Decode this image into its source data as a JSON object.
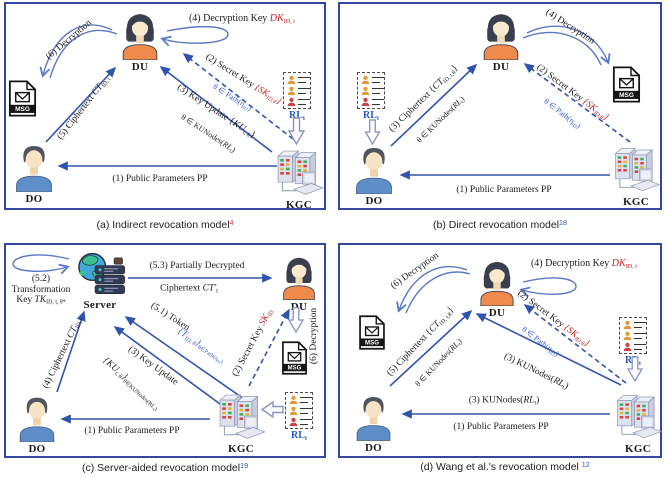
{
  "colors": {
    "panel_border": "#35479e",
    "arrow_blue": "#3053ad",
    "hollow_arrow": "#5b79c8",
    "accent_red": "#c32222",
    "accent_blue": "#3a5fd0",
    "rl_label_blue": "#2b57c9"
  },
  "captions": {
    "a": {
      "text": "(a) Indirect revocation model",
      "ref": "4"
    },
    "b": {
      "text": "(b) Direct revocation model",
      "ref": "18"
    },
    "c": {
      "text": "(c) Server-aided revocation model",
      "ref": "19"
    },
    "d": {
      "text": "(d) Wang et al.'s revocation model ",
      "ref": "12"
    }
  },
  "a": {
    "du": "DU",
    "do": "DO",
    "kgc": "KGC",
    "msg": "MSG",
    "rl": "RL",
    "rl_sub": "t",
    "pp": "(1) Public Parameters PP",
    "sk_pre": "(2) Secret Key ",
    "sk_open": "{SK",
    "sk_sub": "ID,θ",
    "sk_close": "}",
    "sk_cond_pre": "θ ∈ Path(η",
    "sk_cond_sub": "ID",
    "sk_cond_close": ")",
    "ku_pre": "(3) Key Update {",
    "ku_var": "KU",
    "ku_sub": "t, θ",
    "ku_close": "}",
    "ku_cond_pre": "θ ∈ KUNodes(",
    "ku_cond_var": "RL",
    "ku_cond_sub": "t",
    "ku_cond_close": ")",
    "dk_pre": "(4) Decryption Key ",
    "dk_var": "DK",
    "dk_sub": "ID, t",
    "ct_pre": "(5) Ciphertext ",
    "ct_var": "CT",
    "ct_sub": "ID, t",
    "dec": "(6) Decryption"
  },
  "b": {
    "du": "DU",
    "do": "DO",
    "kgc": "KGC",
    "msg": "MSG",
    "rl": "RL",
    "rl_sub": "t",
    "pp": "(1) Public Parameters PP",
    "sk_pre": "(2) Secret Key ",
    "sk_open": "{SK",
    "sk_sub": "ID,θ",
    "sk_close": "}",
    "sk_cond_pre": "θ ∈ Path(η",
    "sk_cond_sub": "ID",
    "sk_cond_close": ")",
    "ct_pre": "(3) Ciphertext {",
    "ct_var": "CT",
    "ct_sub": "ID, t,θ",
    "ct_close": "}",
    "ct_cond_pre": "θ ∈ KUNodes(",
    "ct_cond_var": "RL",
    "ct_cond_sub": "t",
    "ct_cond_close": ")",
    "dec": "(4) Decryption"
  },
  "c": {
    "du": "DU",
    "do": "DO",
    "kgc": "KGC",
    "msg": "MSG",
    "rl": "RL",
    "rl_sub": "t",
    "server": "Server",
    "pp": "(1) Public Parameters PP",
    "sk_pre": "(2) Secret Key ",
    "sk_var": "SK",
    "sk_sub": "ID",
    "ku_pre": "(3) Key Update",
    "ku_open": "{KU",
    "ku_sub": "t, θ",
    "ku_close": "}",
    "ku_tail_pre": "θ∈KUNodes(RL",
    "ku_tail_sub": "t",
    "ku_tail_close": ")",
    "ct4_pre": "(4) Ciphertext ",
    "ct4_var": "CT",
    "ct4_sub": "ID, t",
    "token_pre": "(5.1) Token ",
    "token_open": "{T",
    "token_sub": "ID, θ",
    "token_close": "}",
    "token_tail_pre": "θ∈Path(η",
    "token_tail_sub": "ID",
    "token_tail_close": ")",
    "tk_line1": "(5.2)",
    "tk_line2": "Transformation",
    "tk_line3_pre": "Key ",
    "tk_var": "TK",
    "tk_sub": "ID, t, θ*",
    "pd_line1": "(5.3) Partially Decrypted",
    "pd2_pre": "Ciphertext ",
    "pd2_var": "CT′",
    "pd2_sub": "t",
    "dec": "(6) Decryption"
  },
  "d": {
    "du": "DU",
    "do": "DO",
    "kgc": "KGC",
    "msg": "MSG",
    "rl": "RL",
    "rl_sub": "t",
    "pp": "(1) Public Parameters PP",
    "sk_pre": "(2) Secret Key ",
    "sk_open": "{SK",
    "sk_sub": "ID,θ",
    "sk_close": "}",
    "sk_cond_pre": "θ ∈ Path(η",
    "sk_cond_sub": "ID",
    "sk_cond_close": ")",
    "kun_pre": "(3) KUNodes(",
    "kun_var": "RL",
    "kun_sub": "t",
    "kun_close": ")",
    "dk_pre": "(4) Decryption Key ",
    "dk_var": "DK",
    "dk_sub": "ID, t",
    "ct_pre": "(5) Ciphertext {",
    "ct_var": "CT",
    "ct_sub": "ID, t,θ",
    "ct_close": "}",
    "ct_cond_pre": "θ ∈ KUNodes(",
    "ct_cond_var": "RL",
    "ct_cond_sub": "t",
    "ct_cond_close": ")",
    "dec": "(6) Decryption"
  }
}
